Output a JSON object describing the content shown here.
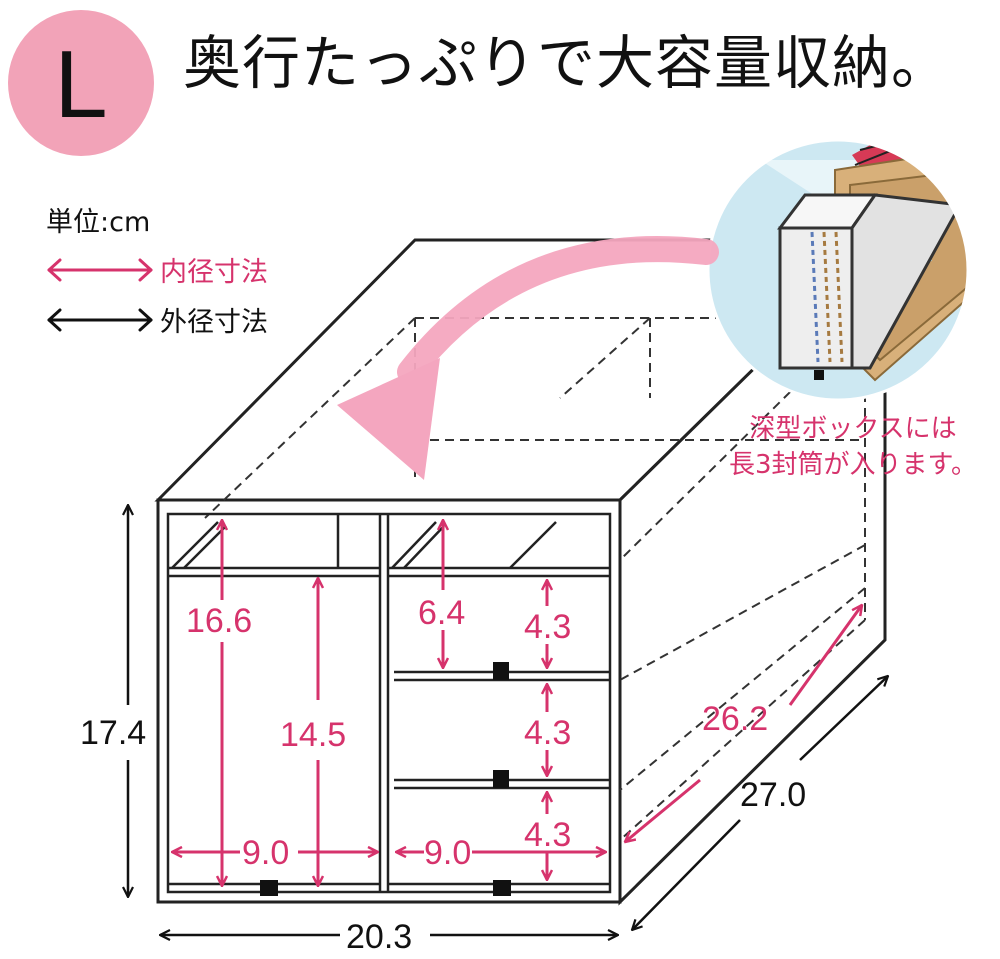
{
  "badge": {
    "letter": "L",
    "color": "#f2a3b8"
  },
  "headline": "奥行たっぷりで大容量収納。",
  "legend": {
    "unit": "単位:cm",
    "inner": "内径寸法",
    "outer": "外径寸法"
  },
  "note": {
    "line1": "深型ボックスには",
    "line2": "長3封筒が入ります。"
  },
  "colors": {
    "inner_dim": "#d6336c",
    "outer_dim": "#111111",
    "arrow": "#f4a6bf"
  },
  "dimensions": {
    "outer_height": "17.4",
    "outer_width": "20.3",
    "outer_depth": "27.0",
    "inner_depth": "26.2",
    "left_height_full": "16.6",
    "left_height_drawer": "14.5",
    "left_width": "9.0",
    "right_width": "9.0",
    "right_top": "6.4",
    "right_drawer_1": "4.3",
    "right_drawer_2": "4.3",
    "right_drawer_3": "4.3"
  }
}
